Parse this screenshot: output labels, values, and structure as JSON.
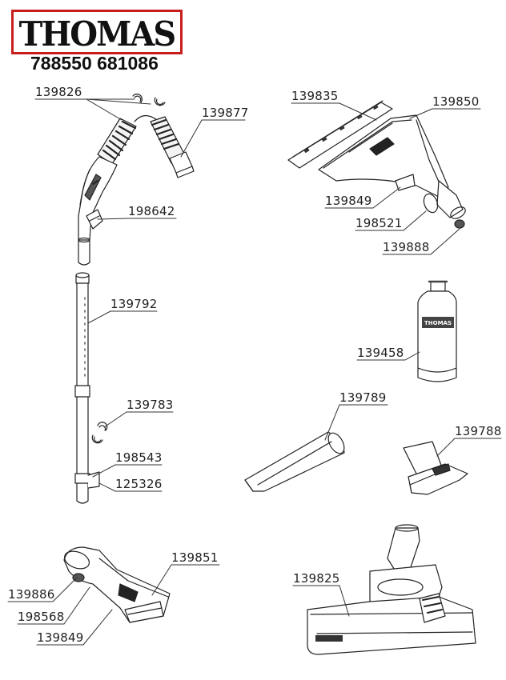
{
  "brand": {
    "name": "THOMAS",
    "accent_color": "#c81e1e"
  },
  "model_numbers": "788550 681086",
  "parts": {
    "hose_clips": "139826",
    "hose_end": "139877",
    "handle_clip": "198642",
    "telescopic_tube": "139792",
    "tube_clips": "139783",
    "tube_clip_small": "198543",
    "tube_holder": "125326",
    "upholstery_nozzle_plate": "139835",
    "wet_nozzle": "139850",
    "nozzle_insert": "139849",
    "nozzle_ring": "198521",
    "nozzle_nut": "139888",
    "detergent_bottle": "139458",
    "crevice_tool": "139789",
    "small_nozzle": "139788",
    "hand_nozzle_insert": "139851",
    "hand_nozzle_nut": "139886",
    "hand_nozzle_ring": "198568",
    "hand_nozzle_plate": "139849",
    "floor_nozzle": "139825"
  }
}
